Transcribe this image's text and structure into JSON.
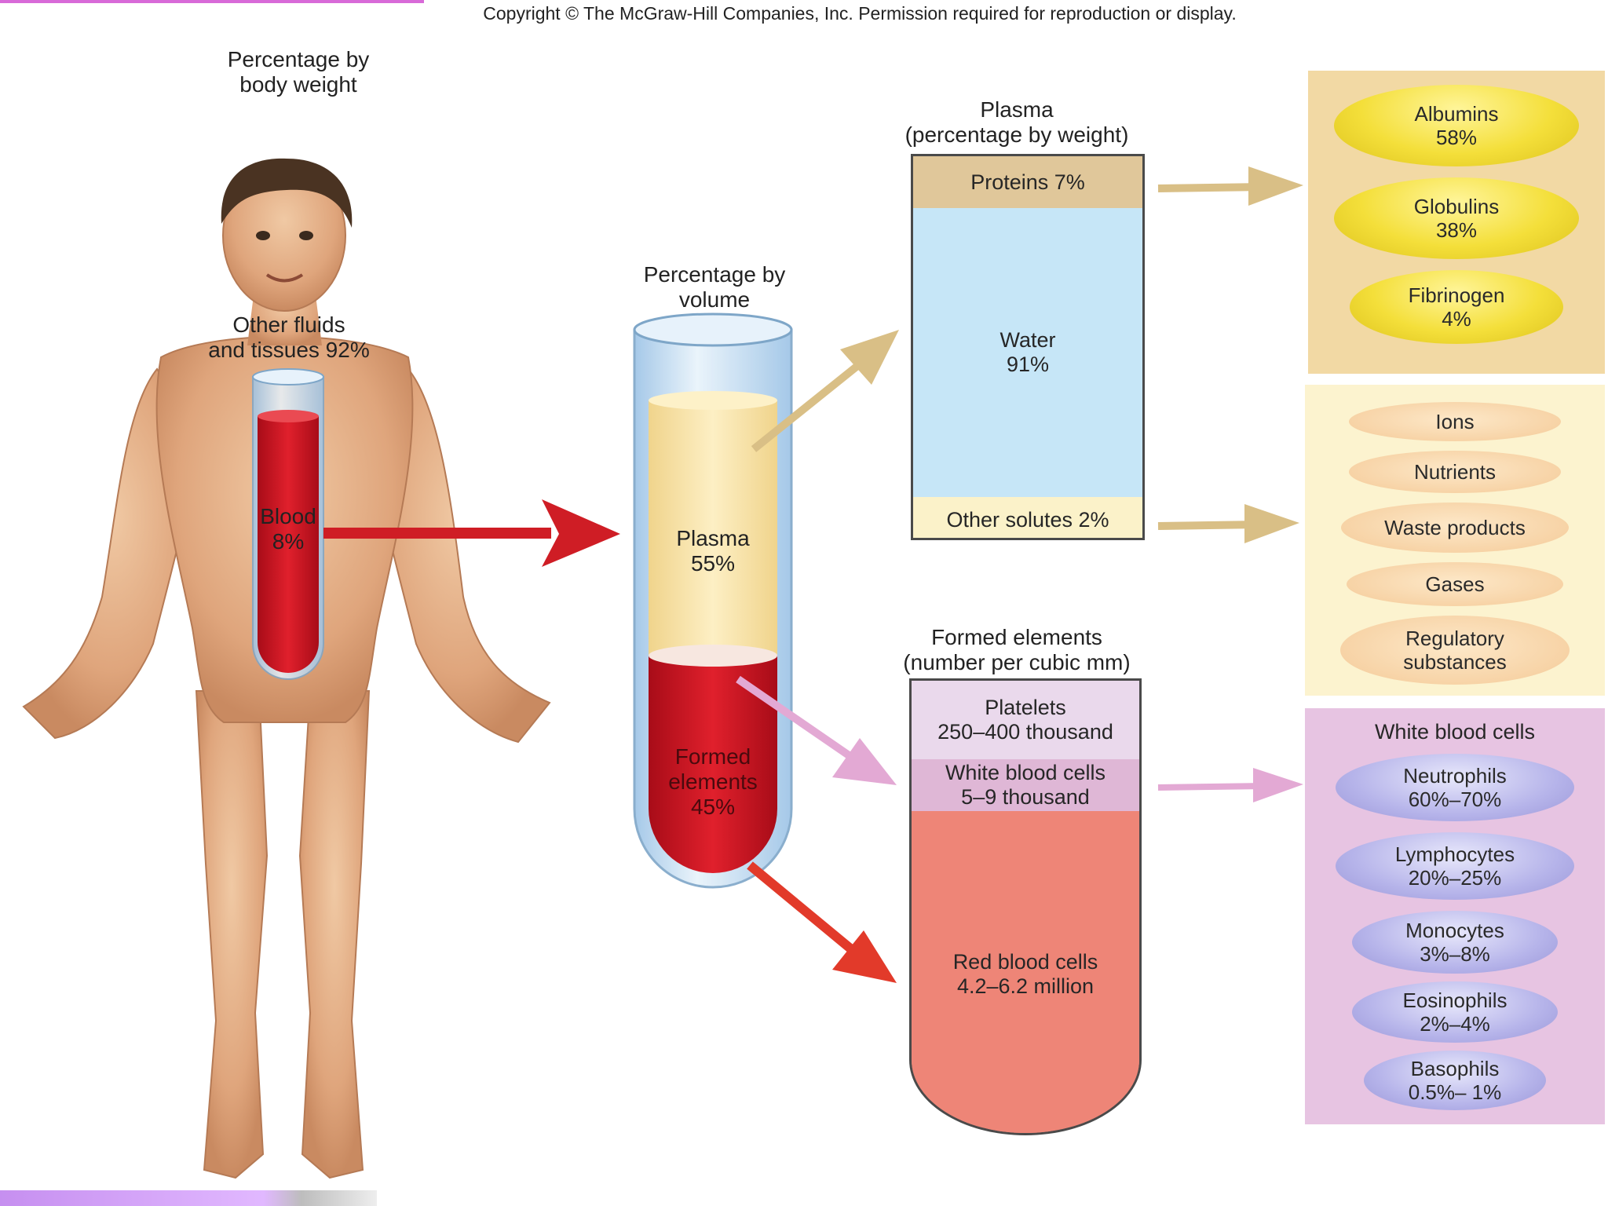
{
  "copyright": "Copyright © The McGraw-Hill Companies, Inc. Permission required for reproduction or display.",
  "body_weight": {
    "title_line1": "Percentage by",
    "title_line2": "body weight",
    "other_line1": "Other fluids",
    "other_line2": "and tissues 92%",
    "blood_line1": "Blood",
    "blood_line2": "8%"
  },
  "volume": {
    "title_line1": "Percentage by",
    "title_line2": "volume",
    "plasma_line1": "Plasma",
    "plasma_line2": "55%",
    "formed_line1": "Formed",
    "formed_line2": "elements",
    "formed_line3": "45%"
  },
  "plasma": {
    "title_line1": "Plasma",
    "title_line2": "(percentage by weight)",
    "proteins": "Proteins 7%",
    "water_line1": "Water",
    "water_line2": "91%",
    "other": "Other solutes 2%"
  },
  "formed": {
    "title_line1": "Formed elements",
    "title_line2": "(number per cubic mm)",
    "platelets_line1": "Platelets",
    "platelets_line2": "250–400 thousand",
    "wbc_line1": "White blood cells",
    "wbc_line2": "5–9 thousand",
    "rbc_line1": "Red blood cells",
    "rbc_line2": "4.2–6.2 million"
  },
  "proteins_panel": [
    {
      "name": "Albumins",
      "value": "58%"
    },
    {
      "name": "Globulins",
      "value": "38%"
    },
    {
      "name": "Fibrinogen",
      "value": "4%"
    }
  ],
  "solutes_panel": [
    {
      "line1": "Ions",
      "line2": ""
    },
    {
      "line1": "Nutrients",
      "line2": ""
    },
    {
      "line1": "Waste products",
      "line2": ""
    },
    {
      "line1": "Gases",
      "line2": ""
    },
    {
      "line1": "Regulatory",
      "line2": "substances"
    }
  ],
  "wbc_panel": {
    "title": "White blood cells",
    "items": [
      {
        "name": "Neutrophils",
        "value": "60%–70%"
      },
      {
        "name": "Lymphocytes",
        "value": "20%–25%"
      },
      {
        "name": "Monocytes",
        "value": "3%–8%"
      },
      {
        "name": "Eosinophils",
        "value": "2%–4%"
      },
      {
        "name": "Basophils",
        "value": "0.5%– 1%"
      }
    ]
  },
  "colors": {
    "blood_red": "#c8101e",
    "plasma_yellow": "#f8e3a3",
    "water_blue": "#c6e6f7",
    "protein_tan": "#e0c79a",
    "platelet_lavender": "#ead9ec",
    "wbc_pink": "#dfb7d6",
    "rbc_salmon": "#ee8577",
    "arrow_tan": "#d9bf86",
    "arrow_pink": "#e3a9d4",
    "arrow_red": "#e23a2a"
  }
}
